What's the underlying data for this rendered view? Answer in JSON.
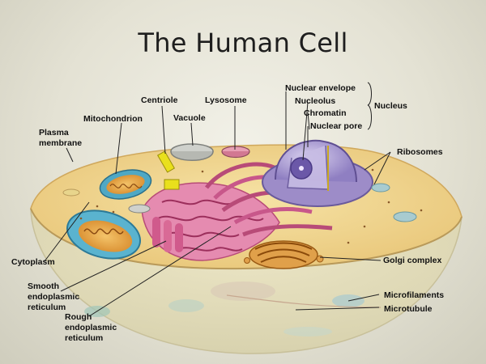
{
  "title": "The Human Cell",
  "labels": {
    "nuclear_envelope": "Nuclear envelope",
    "nucleolus": "Nucleolus",
    "chromatin": "Chromatin",
    "nuclear_pore": "Nuclear pore",
    "nucleus": "Nucleus",
    "centriole": "Centriole",
    "lysosome": "Lysosome",
    "vacuole": "Vacuole",
    "mitochondrion": "Mitochondrion",
    "plasma_membrane_1": "Plasma",
    "plasma_membrane_2": "membrane",
    "ribosomes": "Ribosomes",
    "cytoplasm": "Cytoplasm",
    "golgi_complex": "Golgi complex",
    "smooth_er_1": "Smooth",
    "smooth_er_2": "endoplasmic",
    "smooth_er_3": "reticulum",
    "microfilaments": "Microfilaments",
    "microtubule": "Microtubule",
    "rough_er_1": "Rough",
    "rough_er_2": "endoplasmic",
    "rough_er_3": "reticulum"
  }
}
